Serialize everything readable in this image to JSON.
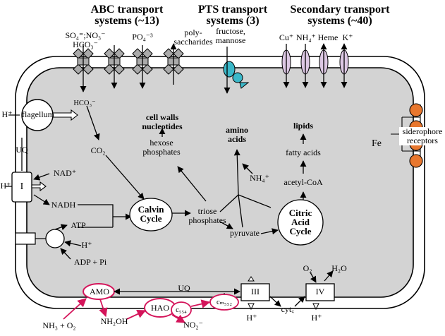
{
  "headers": {
    "abc": [
      "ABC transport",
      "systems (~13)"
    ],
    "pts": [
      "PTS transport",
      "systems (3)"
    ],
    "secondary": [
      "Secondary transport",
      "systems (~40)"
    ]
  },
  "substrates": {
    "abc_anions_1": "SO₄⁼;NO₃⁻",
    "abc_anions_2": "HCO₃⁻",
    "phosphate": "PO₄⁻³",
    "polysaccharides": [
      "poly-",
      "saccharides"
    ],
    "pts_sugars": [
      "fructose,",
      "mannose"
    ],
    "cu": "Cu⁺",
    "nh4": "NH₄⁺",
    "heme": "Heme",
    "k": "K⁺"
  },
  "left": {
    "h_plus_flagellum": "H⁺",
    "flagellum": "flagellum",
    "uq": "UQ",
    "h_plus_complex1": "H⁺",
    "complex1": "I",
    "nad": "NAD⁺",
    "nadh": "NADH",
    "atp": "ATP",
    "h_plus_atpase": "H⁺",
    "adp": "ADP + Pi"
  },
  "metabolism": {
    "hco3": "HCO₃⁻",
    "co2": "CO₂",
    "cell_walls": [
      "cell walls",
      "nucleotides"
    ],
    "hexose": [
      "hexose",
      "phosphates"
    ],
    "calvin": [
      "Calvin",
      "Cycle"
    ],
    "triose": [
      "triose",
      "phosphates"
    ],
    "amino": [
      "amino",
      "acids"
    ],
    "nh4_in": "NH₄⁺",
    "pyruvate": "pyruvate",
    "citric": [
      "Citric",
      "Acid",
      "Cycle"
    ],
    "lipids": "lipids",
    "fatty": "fatty acids",
    "acetyl": "acetyl-CoA"
  },
  "right": {
    "fe": "Fe",
    "siderophore": [
      "siderophore",
      "receptors"
    ]
  },
  "bottom": {
    "amo": "AMO",
    "uq": "UQ",
    "hao": "HAO",
    "c554": "c₅₅₄",
    "cm552": "cₘ₅₅₂",
    "iii": "III",
    "iv": "IV",
    "cytc": "cyt꜀",
    "o2": "O₂",
    "h2o": "H₂O",
    "nh3_o2": "NH₃ + O₂",
    "nh2oh": "NH₂OH",
    "no2": "NO₂⁻",
    "h_plus_iii": "H⁺",
    "h_plus_iv": "H⁺"
  },
  "colors": {
    "abc_transporter": "#aaaaaa",
    "pts_transporter": "#3bb8c9",
    "secondary_transporter": "#ddc8e4",
    "siderophore": "#e8772e",
    "nitrification": "#d4145a"
  }
}
